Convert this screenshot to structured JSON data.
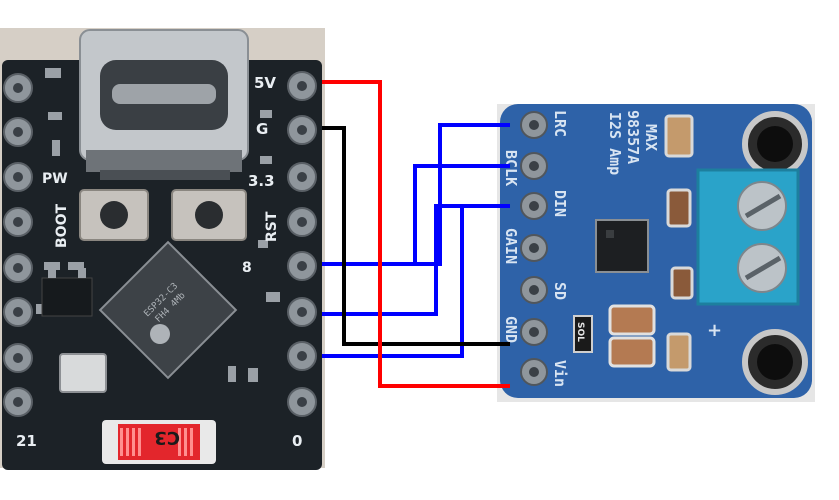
{
  "esp_board": {
    "labels": {
      "pin_5v": "5V",
      "pin_g": "G",
      "pin_pw": "PW",
      "pin_33": "3.3",
      "boot": "BOOT",
      "rst": "RST",
      "pin_8": "8",
      "pin_21": "21",
      "pin_0": "0",
      "chip_marking": "C3"
    },
    "colors": {
      "pcb": "#1c2227",
      "pad": "#8f969c",
      "usb": "#c3c7cb"
    }
  },
  "amp_board": {
    "labels": {
      "lrc": "LRC",
      "bclk": "BCLK",
      "din": "DIN",
      "gain": "GAIN",
      "sd": "SD",
      "gnd": "GND",
      "vin": "Vin",
      "title_1": "MAX",
      "title_2": "98357A",
      "title_3": "I2S Amp",
      "resistor": "SOL",
      "plus": "+"
    },
    "colors": {
      "pcb": "#2e62a8",
      "terminal": "#2aa3c9"
    }
  },
  "wires": {
    "colors": {
      "power": "#ff0000",
      "ground": "#000000",
      "signal": "#0000ff"
    }
  }
}
